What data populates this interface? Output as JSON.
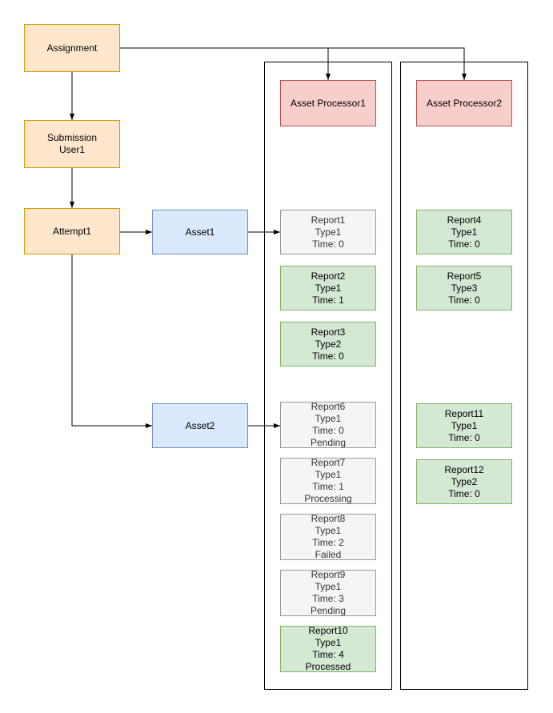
{
  "diagram": {
    "nodes": {
      "assignment": "Assignment",
      "submission": {
        "line1": "Submission",
        "line2": "User1"
      },
      "attempt": "Attempt1",
      "asset1": "Asset1",
      "asset2": "Asset2",
      "processor1": "Asset Processor1",
      "processor2": "Asset Processor2"
    },
    "reports": {
      "r1": {
        "name": "Report1",
        "type": "Type1",
        "time": "Time: 0"
      },
      "r2": {
        "name": "Report2",
        "type": "Type1",
        "time": "Time: 1"
      },
      "r3": {
        "name": "Report3",
        "type": "Type2",
        "time": "Time: 0"
      },
      "r4": {
        "name": "Report4",
        "type": "Type1",
        "time": "Time: 0"
      },
      "r5": {
        "name": "Report5",
        "type": "Type3",
        "time": "Time: 0"
      },
      "r6": {
        "name": "Report6",
        "type": "Type1",
        "time": "Time: 0",
        "status": "Pending"
      },
      "r7": {
        "name": "Report7",
        "type": "Type1",
        "time": "Time: 1",
        "status": "Processing"
      },
      "r8": {
        "name": "Report8",
        "type": "Type1",
        "time": "Time: 2",
        "status": "Failed"
      },
      "r9": {
        "name": "Report9",
        "type": "Type1",
        "time": "Time: 3",
        "status": "Pending"
      },
      "r10": {
        "name": "Report10",
        "type": "Type1",
        "time": "Time: 4",
        "status": "Processed"
      },
      "r11": {
        "name": "Report11",
        "type": "Type1",
        "time": "Time: 0"
      },
      "r12": {
        "name": "Report12",
        "type": "Type2",
        "time": "Time: 0"
      }
    },
    "colors": {
      "orange_fill": "#ffe6cc",
      "orange_border": "#d79b00",
      "blue_fill": "#dae8fc",
      "blue_border": "#6c8ebf",
      "pink_fill": "#f8cecc",
      "pink_border": "#b85450",
      "green_fill": "#d5e8d4",
      "green_border": "#82b366",
      "grey_fill": "#f5f5f5",
      "grey_border": "#999999",
      "container_border": "#000000",
      "arrow": "#000000"
    }
  }
}
